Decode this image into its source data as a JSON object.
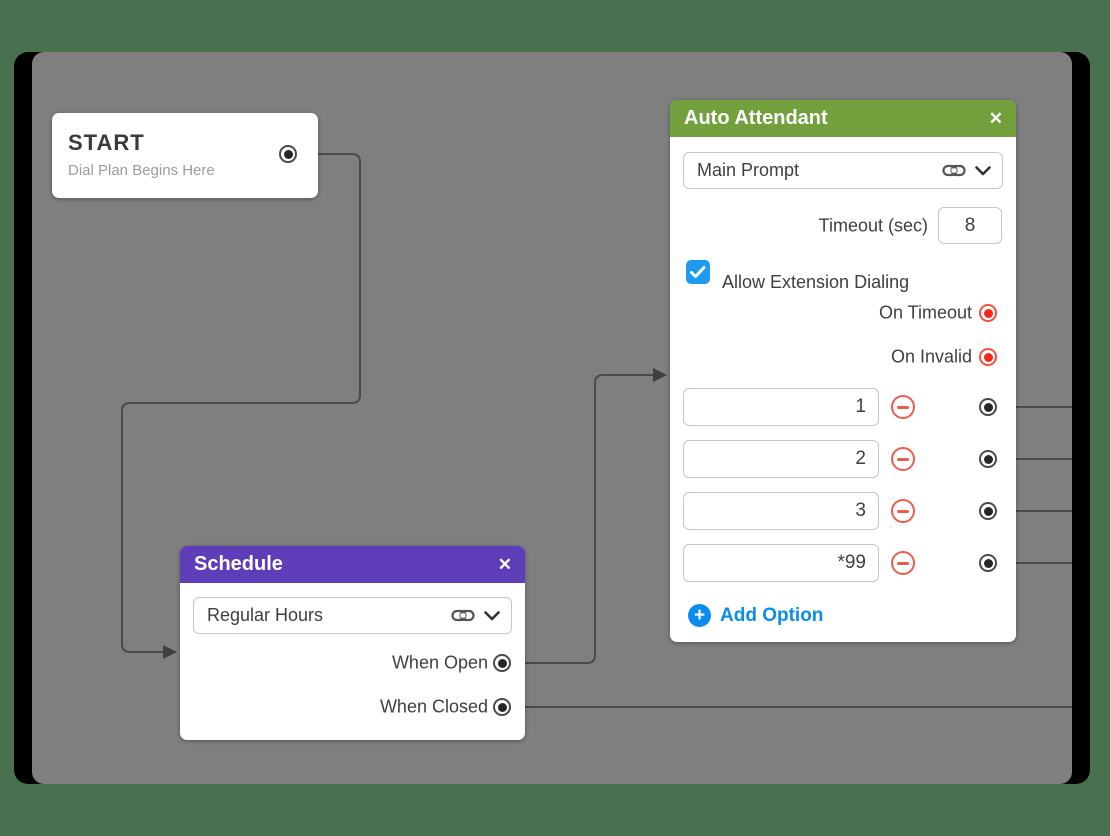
{
  "window": {
    "background_color": "#4A714F",
    "frame_color": "#000000",
    "canvas_color": "#7F7F7F"
  },
  "palette": {
    "auto_attendant_header": "#72A03C",
    "schedule_header": "#5E3DB9",
    "connector": "#4A4A4A",
    "port_dark": "#262626",
    "port_red": "#F2281A",
    "minus_red": "#EF5A4E",
    "checkbox_blue": "#1E9BF0",
    "add_option_blue": "#0C8BEF"
  },
  "nodes": {
    "start": {
      "title": "START",
      "subtitle": "Dial Plan Begins Here"
    },
    "schedule": {
      "title": "Schedule",
      "close": "✕",
      "dropdown": {
        "value": "Regular Hours"
      },
      "outputs": [
        {
          "label": "When Open"
        },
        {
          "label": "When Closed"
        }
      ]
    },
    "auto_attendant": {
      "title": "Auto Attendant",
      "close": "✕",
      "dropdown": {
        "value": "Main Prompt"
      },
      "timeout": {
        "label": "Timeout (sec)",
        "value": "8"
      },
      "extension": {
        "label": "Allow Extension Dialing",
        "checked": true
      },
      "outputs": [
        {
          "label": "On Timeout"
        },
        {
          "label": "On Invalid"
        }
      ],
      "options": [
        {
          "value": "1"
        },
        {
          "value": "2"
        },
        {
          "value": "3"
        },
        {
          "value": "*99"
        }
      ],
      "add_option_label": "Add Option"
    }
  },
  "connections": [
    {
      "from": "start.out",
      "to": "schedule.in"
    },
    {
      "from": "schedule.when_open",
      "to": "auto_attendant.in"
    },
    {
      "from": "schedule.when_closed",
      "to": "offscreen-right"
    },
    {
      "from": "auto_attendant.option_1",
      "to": "offscreen-right"
    },
    {
      "from": "auto_attendant.option_2",
      "to": "offscreen-right"
    },
    {
      "from": "auto_attendant.option_3",
      "to": "offscreen-right"
    },
    {
      "from": "auto_attendant.option_4",
      "to": "offscreen-right"
    }
  ]
}
